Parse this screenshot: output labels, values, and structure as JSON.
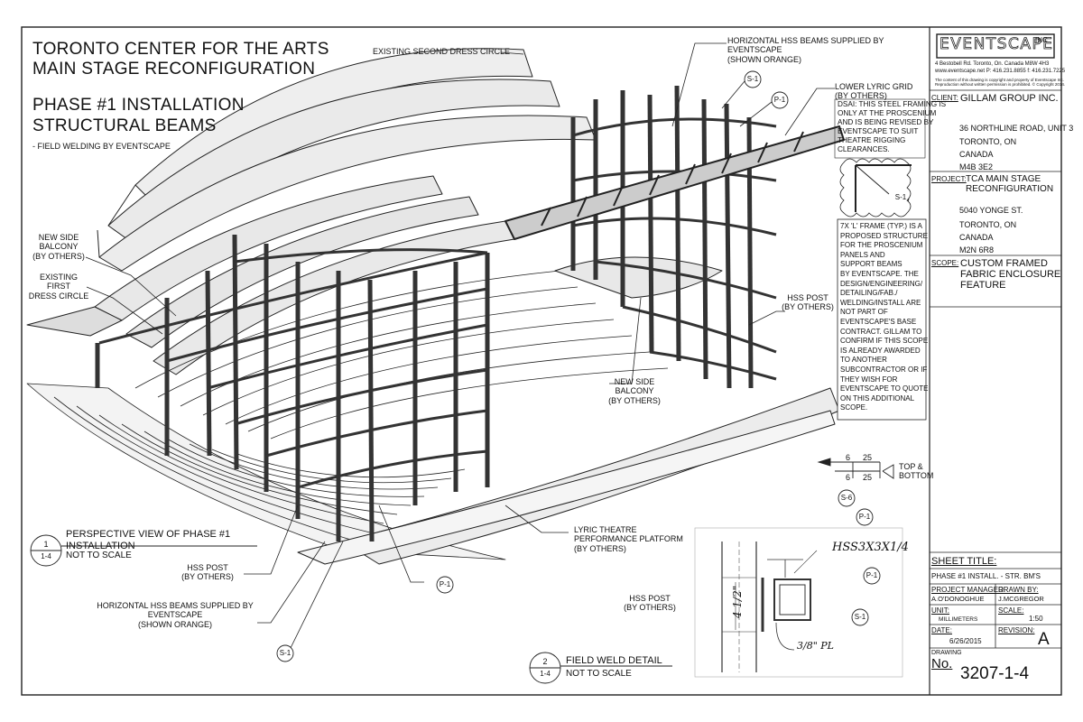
{
  "title": {
    "line1": "TORONTO CENTER FOR THE ARTS",
    "line2": "MAIN STAGE RECONFIGURATION",
    "phase1": "PHASE #1 INSTALLATION",
    "phase2": "STRUCTURAL BEAMS",
    "note": "- FIELD WELDING BY EVENTSCAPE"
  },
  "callouts": {
    "second_dress_circle": "EXISTING SECOND DRESS CIRCLE",
    "hss_beams_top": "HORIZONTAL HSS BEAMS SUPPLIED BY\nEVENTSCAPE\n(SHOWN ORANGE)",
    "lower_lyric_grid": "LOWER LYRIC GRID\n(BY OTHERS)",
    "new_side_balcony_left": "NEW SIDE\nBALCONY\n(BY OTHERS)",
    "first_dress_circle": "EXISTING FIRST\nDRESS CIRCLE",
    "hss_post_right": "HSS POST\n(BY OTHERS)",
    "new_side_balcony_center": "NEW SIDE\nBALCONY\n(BY OTHERS)",
    "lyric_platform": "LYRIC THEATRE\nPERFORMANCE PLATFORM\n(BY OTHERS)",
    "hss_post_bottom": "HSS POST\n(BY OTHERS)",
    "hss_beams_bottom": "HORIZONTAL HSS BEAMS SUPPLIED BY\nEVENTSCAPE\n(SHOWN ORANGE)",
    "hss_post_detail": "HSS POST\n(BY OTHERS)",
    "top_bottom": "TOP &\nBOTTOM"
  },
  "notes": {
    "dsai": "DSAI: THIS STEEL FRAMING IS\nONLY AT THE PROSCENIUM\nAND IS BEING REVISED BY\nEVENTSCAPE TO SUIT\nTHEATRE RIGGING\nCLEARANCES.",
    "frame": "7X 'L' FRAME (TYP.) IS A\nPROPOSED STRUCTURE\nFOR THE PROSCENIUM\nPANELS AND\nSUPPORT BEAMS\nBY EVENTSCAPE.  THE\nDESIGN/ENGINEERING/\nDETAILING/FAB./\nWELDING/INSTALL ARE\nNOT PART OF\nEVENTSCAPE'S BASE\nCONTRACT.  GILLAM TO\nCONFIRM IF THIS SCOPE\nIS ALREADY AWARDED\nTO ANOTHER\nSUBCONTRACTOR OR IF\nTHEY WISH FOR\nEVENTSCAPE TO QUOTE\nON THIS ADDITIONAL\nSCOPE."
  },
  "tags": {
    "s1": "S-1",
    "p1": "P-1",
    "s6": "S-6"
  },
  "weld": {
    "size1": "6",
    "len1": "25",
    "size2": "6",
    "len2": "25",
    "hss_label": "HSS3X3X1/4",
    "dim_vertical": "4 1/2\"",
    "plate": "3/8\" PL"
  },
  "views": {
    "v1_num": "1",
    "v1_sheet": "1-4",
    "v1_title": "PERSPECTIVE VIEW OF PHASE #1\nINSTALLATION",
    "v1_scale": "NOT TO SCALE",
    "v2_num": "2",
    "v2_sheet": "1-4",
    "v2_title": "FIELD WELD DETAIL",
    "v2_scale": "NOT TO SCALE"
  },
  "titleblock": {
    "logo": "EVENTSCAPE",
    "logo_inc": "INC",
    "address": "4 Bestobell Rd.  Toronto, On. Canada M8W 4H3",
    "web": "www.eventscape.net  P: 416.231.8855  f: 416.231.7225",
    "copyright": "The content of this drawing is copyright and property of Eventscape Inc.\nReproduction without written permission is prohibited. © Copyright 2014.",
    "client_label": "CLIENT:",
    "client_name": "GILLAM GROUP INC.",
    "client_addr1": "36 NORTHLINE ROAD, UNIT 3",
    "client_addr2": "TORONTO, ON",
    "client_addr3": "CANADA",
    "client_addr4": "M4B 3E2",
    "project_label": "PROJECT:",
    "project_name": "TCA MAIN STAGE\nRECONFIGURATION",
    "project_addr1": "5040 YONGE ST.",
    "project_addr2": "TORONTO, ON",
    "project_addr3": "CANADA",
    "project_addr4": "M2N 6R8",
    "scope_label": "SCOPE:",
    "scope_text": "CUSTOM FRAMED\nFABRIC ENCLOSURE\nFEATURE",
    "sheet_title_label": "SHEET TITLE:",
    "sheet_title": "PHASE #1 INSTALL. - STR. BM'S",
    "pm_label": "PROJECT MANAGER:",
    "pm": "A.O'DONOGHUE",
    "drawn_label": "DRAWN BY:",
    "drawn": "J.MCGREGOR",
    "unit_label": "UNIT:",
    "unit": "MILLIMETERS",
    "scale_label": "SCALE:",
    "scale": "1:50",
    "date_label": "DATE:",
    "date": "6/26/2015",
    "revision_label": "REVISION:",
    "revision": "A",
    "drawing_label": "DRAWING",
    "no_label": "No.",
    "drawing_no": "3207-1-4"
  }
}
